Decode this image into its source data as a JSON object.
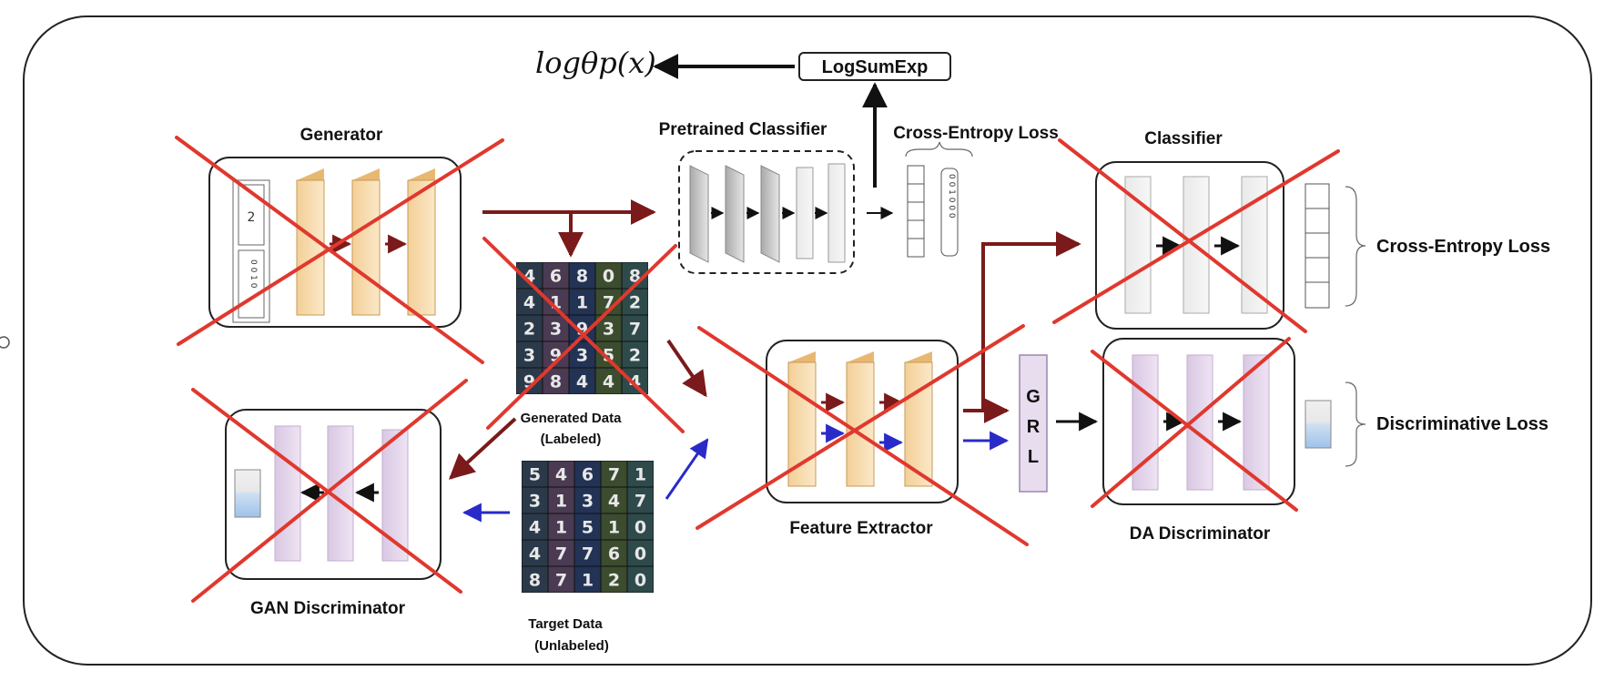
{
  "labels": {
    "formula": "logθp(x)",
    "logsumexp": "LogSumExp",
    "generator": "Generator",
    "pretrained_classifier": "Pretrained Classifier",
    "cross_entropy_top": "Cross-Entropy Loss",
    "classifier": "Classifier",
    "cross_entropy_right": "Cross-Entropy Loss",
    "discriminative_loss": "Discriminative Loss",
    "feature_extractor": "Feature Extractor",
    "da_discriminator": "DA Discriminator",
    "gan_discriminator": "GAN Discriminator",
    "generated_data_line1": "Generated Data",
    "generated_data_line2": "(Labeled)",
    "target_data_line1": "Target Data",
    "target_data_line2": "(Unlabeled)",
    "grl_g": "G",
    "grl_r": "R",
    "grl_l": "L",
    "generator_digit": "2",
    "generator_onehot": "0 0 1 0",
    "onehot_vector": "0 0 1 0 0 0"
  },
  "generated_digits": [
    "4",
    "6",
    "8",
    "0",
    "8",
    "4",
    "1",
    "1",
    "7",
    "2",
    "2",
    "3",
    "9",
    "3",
    "7",
    "3",
    "9",
    "3",
    "5",
    "2",
    "9",
    "8",
    "4",
    "4",
    "4"
  ],
  "target_digits": [
    "5",
    "4",
    "6",
    "7",
    "1",
    "3",
    "1",
    "3",
    "4",
    "7",
    "4",
    "1",
    "5",
    "1",
    "0",
    "4",
    "7",
    "7",
    "6",
    "0",
    "8",
    "7",
    "1",
    "2",
    "0"
  ],
  "colors": {
    "cross": "#e0382e",
    "dark_red_arrow": "#7a1a1a",
    "blue_arrow": "#2a2ac8",
    "orange_layer": "#f6dcb0",
    "lavender_layer": "#e3d6ea",
    "gray_layer": "#c9c9c9"
  }
}
